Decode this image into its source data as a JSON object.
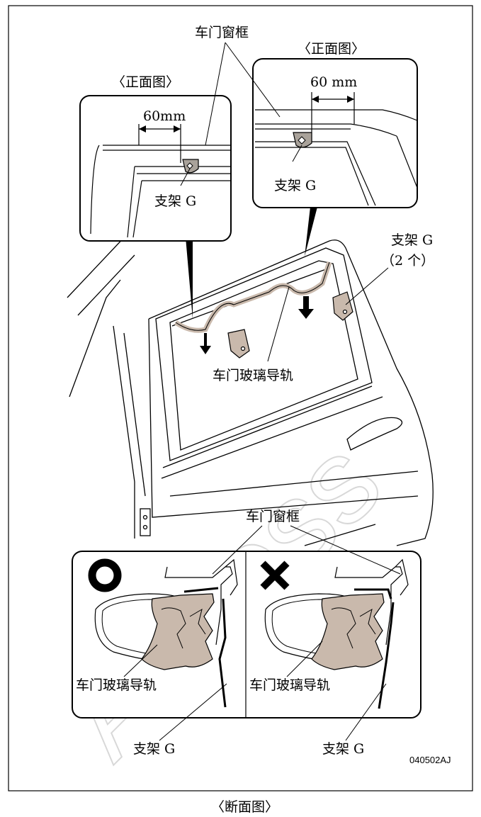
{
  "labels": {
    "window_frame": "车门窗框",
    "front_view": "〈正面图〉",
    "dim_left": "60mm",
    "dim_right": "60 mm",
    "bracket_g": "支架 G",
    "bracket_g_count": "（2 个）",
    "glass_run": "车门玻璃导轨",
    "code": "040502AJ",
    "section_view": "〈断面图〉"
  },
  "symbols": {
    "correct": "circle-o",
    "incorrect": "cross-x"
  },
  "watermark": "Access",
  "colors": {
    "rubber": "#c9b9ac",
    "line": "#000000",
    "watermark": "#d4d4d4"
  }
}
